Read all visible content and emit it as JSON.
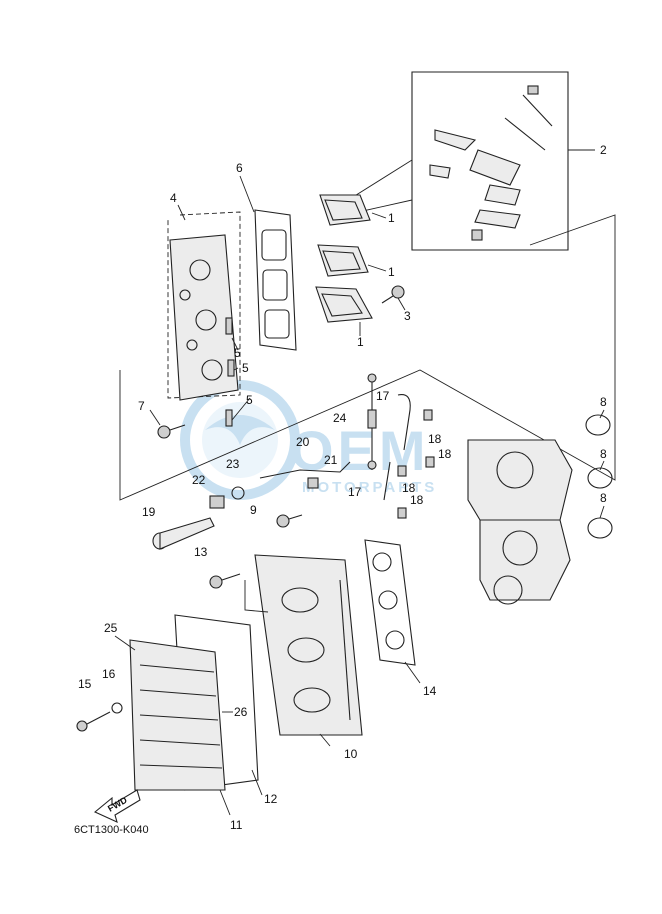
{
  "callouts": {
    "c1a": "1",
    "c1b": "1",
    "c1c": "1",
    "c2": "2",
    "c3": "3",
    "c4": "4",
    "c5a": "5",
    "c5b": "5",
    "c5c": "5",
    "c6": "6",
    "c7": "7",
    "c8a": "8",
    "c8b": "8",
    "c8c": "8",
    "c9": "9",
    "c10": "10",
    "c11": "11",
    "c12": "12",
    "c13": "13",
    "c14": "14",
    "c15": "15",
    "c16": "16",
    "c17a": "17",
    "c17b": "17",
    "c18a": "18",
    "c18b": "18",
    "c18c": "18",
    "c18d": "18",
    "c19": "19",
    "c20": "20",
    "c21": "21",
    "c22": "22",
    "c23": "23",
    "c24": "24",
    "c25": "25",
    "c26": "26"
  },
  "fwd_label": "FWD",
  "drawing_code": "6CT1300-K040",
  "watermark": {
    "logo_text": "OEM",
    "sub_text": "MOTORPARTS",
    "color": "#9cc8e6"
  }
}
